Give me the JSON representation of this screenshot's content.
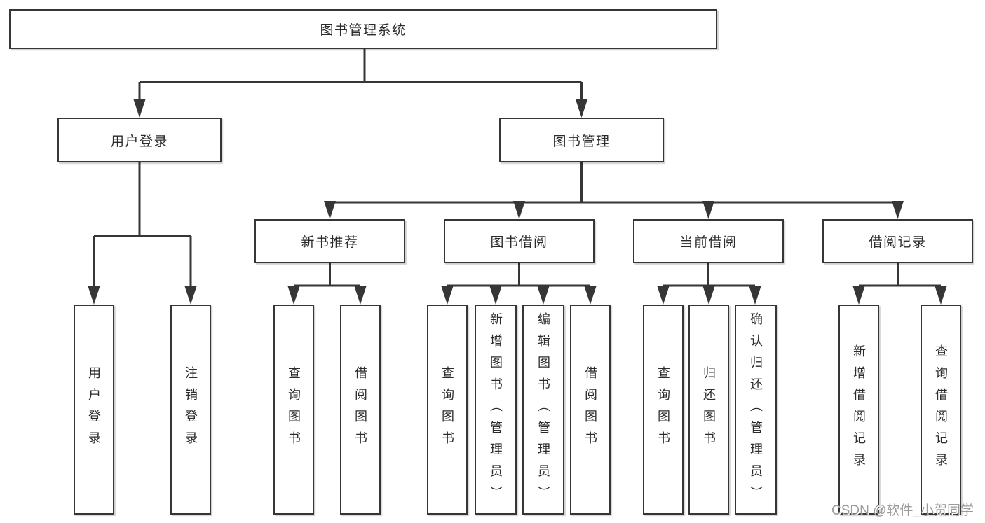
{
  "diagram": {
    "root_label": "图书管理系统",
    "branches": [
      {
        "label": "用户登录",
        "children": [
          "用户登录",
          "注销登录"
        ]
      },
      {
        "label": "图书管理",
        "groups": [
          {
            "label": "新书推荐",
            "children": [
              "查询图书",
              "借阅图书"
            ]
          },
          {
            "label": "图书借阅",
            "children": [
              "查询图书",
              "新增图书（管理员）",
              "编辑图书（管理员）",
              "借阅图书"
            ]
          },
          {
            "label": "当前借阅",
            "children": [
              "查询图书",
              "归还图书",
              "确认归还（管理员）"
            ]
          },
          {
            "label": "借阅记录",
            "children": [
              "新增借阅记录",
              "查询借阅记录"
            ]
          }
        ]
      }
    ]
  },
  "colors": {
    "line": "#363636",
    "box_background": "#ffffff",
    "text": "#2b2b2b",
    "watermark": "#9b9b9b"
  },
  "watermark": {
    "text": "CSDN @软件_小贺同学"
  }
}
